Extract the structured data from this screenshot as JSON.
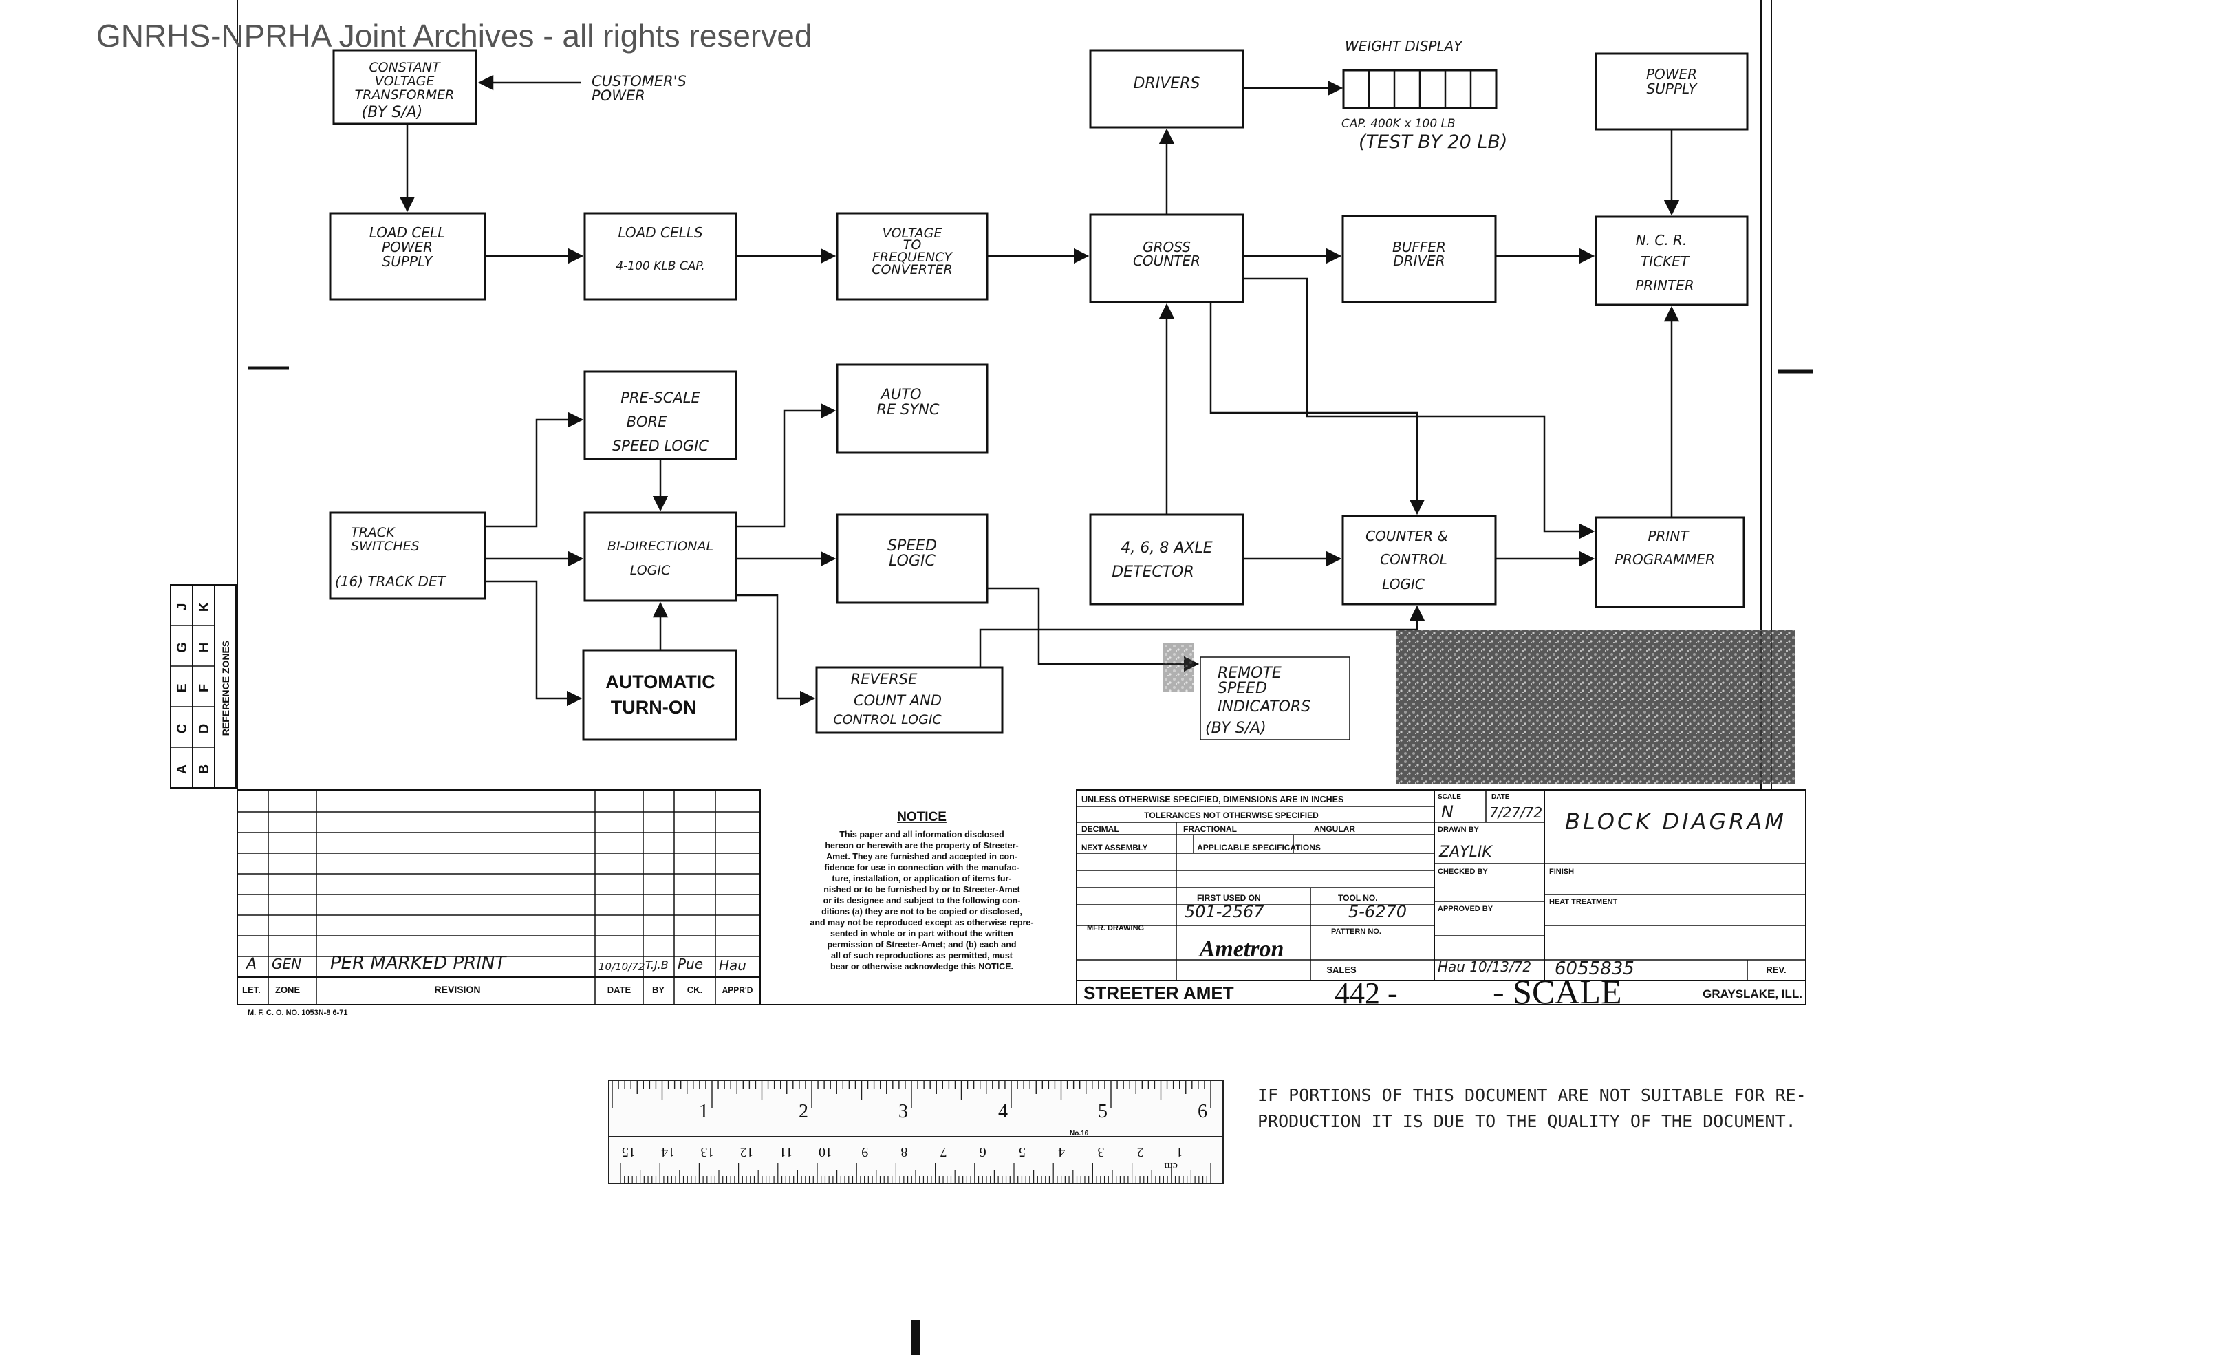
{
  "watermark": "GNRHS-NPRHA Joint Archives - all rights reserved",
  "blocks": {
    "transformer": [
      "CONSTANT",
      "VOLTAGE",
      "TRANSFORMER",
      "(BY S/A)"
    ],
    "customer_power": [
      "CUSTOMER'S",
      "POWER"
    ],
    "drivers": [
      "DRIVERS"
    ],
    "weight_display": "WEIGHT DISPLAY",
    "weight_cap": "CAP. 400K x 100 LB",
    "weight_test": "(TEST BY 20 LB)",
    "power_supply": [
      "POWER",
      "SUPPLY"
    ],
    "lc_power": [
      "LOAD CELL",
      "POWER",
      "SUPPLY"
    ],
    "load_cells": [
      "LOAD CELLS",
      "4-100 KLB CAP."
    ],
    "vfc": [
      "VOLTAGE",
      "TO",
      "FREQUENCY",
      "CONVERTER"
    ],
    "gross": [
      "GROSS",
      "COUNTER"
    ],
    "buffer": [
      "BUFFER",
      "DRIVER"
    ],
    "ncr": [
      "N. C. R.",
      "TICKET",
      "PRINTER"
    ],
    "prescale": [
      "PRE-SCALE",
      "BORE",
      "SPEED LOGIC"
    ],
    "resync": [
      "AUTO",
      "RE SYNC"
    ],
    "track": [
      "TRACK",
      "SWITCHES",
      "(16) TRACK DET"
    ],
    "bidir": [
      "BI-DIRECTIONAL",
      "LOGIC"
    ],
    "speed": [
      "SPEED",
      "LOGIC"
    ],
    "axle": [
      "4, 6, 8  AXLE",
      "DETECTOR"
    ],
    "counter": [
      "COUNTER &",
      "CONTROL",
      "LOGIC"
    ],
    "print_prog": [
      "PRINT",
      "PROGRAMMER"
    ],
    "turnon": [
      "AUTOMATIC",
      "TURN-ON"
    ],
    "reverse": [
      "REVERSE",
      "COUNT AND",
      "CONTROL LOGIC"
    ],
    "remote": [
      "REMOTE",
      "SPEED",
      "INDICATORS",
      "(BY S/A)"
    ]
  },
  "zone_letters": {
    "top": [
      "A",
      "C",
      "E",
      "G",
      "J"
    ],
    "bottom": [
      "B",
      "D",
      "F",
      "H",
      "K"
    ]
  },
  "revision": {
    "entry": [
      "A",
      "GEN",
      "PER MARKED PRINT",
      "10/10/72",
      "T.J.B",
      "Pue",
      "Hau"
    ],
    "headers": [
      "LET.",
      "ZONE",
      "REVISION",
      "DATE",
      "BY",
      "CK.",
      "APPR'D"
    ],
    "form_no": "M. F. C. O. NO. 1053N-8  6-71"
  },
  "notice": {
    "title": "NOTICE",
    "lines": [
      "This paper and all information disclosed",
      "hereon or herewith are the property of Streeter-",
      "Amet. They are furnished and accepted in con-",
      "fidence for use in connection with the manufac-",
      "ture, installation, or application of items fur-",
      "nished or to be furnished by or to Streeter-Amet",
      "or its designee and subject to the following con-",
      "ditions (a) they are not to be copied or disclosed,",
      "and may not be reproduced except as otherwise repre-",
      "sented in whole or in part without the written",
      "permission of Streeter-Amet; and (b) each and",
      "all of such reproductions as permitted, must",
      "bear or otherwise acknowledge this NOTICE."
    ]
  },
  "title_block": {
    "spec_line": "UNLESS OTHERWISE SPECIFIED, DIMENSIONS ARE IN INCHES",
    "tol_line": "TOLERANCES NOT OTHERWISE SPECIFIED",
    "decimal": "DECIMAL",
    "fractional": "FRACTIONAL",
    "angular": "ANGULAR",
    "next_assembly": "NEXT ASSEMBLY",
    "applicable_specs": "APPLICABLE SPECIFICATIONS",
    "first_used_on": "FIRST USED ON",
    "first_used_val": "501-2567",
    "tool_no": "TOOL NO.",
    "tool_val": "5-6270",
    "pattern_no": "PATTERN NO.",
    "mfg_drawing": "MFR. DRAWING",
    "brand": "Ametron",
    "sales": "SALES",
    "scale_label": "SCALE",
    "scale_val": "N",
    "date_label": "DATE",
    "date_val": "7/27/72",
    "drawn_by": "DRAWN BY",
    "drawn_val": "ZAYLIK",
    "checked_by": "CHECKED BY",
    "approved_by": "APPROVED BY",
    "approved_val": "Hau 10/13/72",
    "finish": "FINISH",
    "heat_treatment": "HEAT TREATMENT",
    "drawing_title": "BLOCK DIAGRAM",
    "drawing_no": "6055835",
    "rev": "REV.",
    "company": "STREETER AMET",
    "model": "442 -",
    "scale_word": "- SCALE",
    "city": "GRAYSLAKE, ILL."
  },
  "reference_strip": "REFERENCE ZONES",
  "ruler": {
    "top_numbers": [
      "1",
      "2",
      "3",
      "4",
      "5",
      "6"
    ],
    "bottom_numbers": [
      "1",
      "2",
      "3",
      "4",
      "5",
      "6",
      "7",
      "8",
      "9",
      "10",
      "11",
      "12",
      "13",
      "14",
      "15"
    ],
    "bottom_unit": "cm",
    "brand_note": "No.16"
  },
  "quality_note": [
    "IF PORTIONS OF THIS DOCUMENT ARE NOT SUITABLE FOR RE-",
    "PRODUCTION IT IS DUE TO THE QUALITY OF THE DOCUMENT."
  ]
}
